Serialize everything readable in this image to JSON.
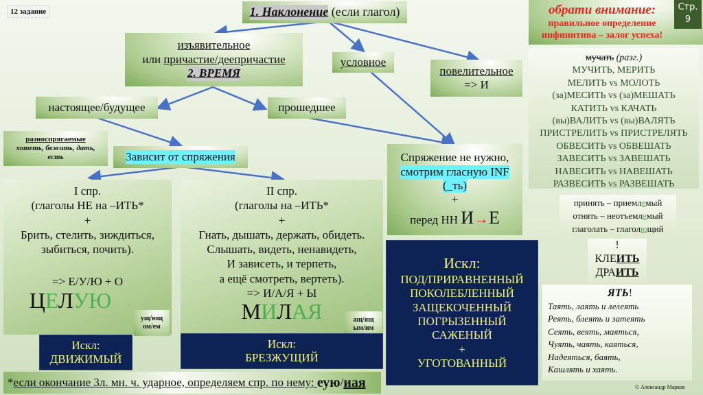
{
  "task_tag": "12 задание",
  "page_badge": {
    "label": "Стр.",
    "number": "9",
    "bg": "#3d5c2b"
  },
  "attention": {
    "title": "обрати внимание:",
    "line1": "правильное определение",
    "line2": "инфинитива – залог успеха!",
    "color": "#e8251f"
  },
  "root": {
    "title": "1. Наклонение",
    "suffix": " (если глагол)"
  },
  "indicative": {
    "line1": "изъявительное",
    "line2_prefix": "или ",
    "line2_link": "причастие/деепричастие",
    "line3": "2. ВРЕМЯ"
  },
  "conditional": {
    "label": "условное"
  },
  "imperative": {
    "line1": "повелительное",
    "line2": "=> И"
  },
  "present_future": {
    "label": "настоящее/будущее"
  },
  "past": {
    "label": "прошедшее"
  },
  "irregular": {
    "title": "разноспрягаемые",
    "line1": "хотеть, бежать, дать,",
    "line2": "есть"
  },
  "depends": {
    "label": "Зависит от спряжения"
  },
  "no_conjugation": {
    "line1": "Спряжение не нужно,",
    "line2": "смотрим гласную INF",
    "line3": "(_ть)",
    "plus": "+",
    "line4_prefix": "перед НН ",
    "from": "И",
    "arrow": "→",
    "to": "Е"
  },
  "conj1": {
    "title": "I спр.",
    "line1": "(глаголы НЕ на –ИТЬ*",
    "plus": "+",
    "line2": "Брить, стелить, зиждиться,",
    "line3": "зыбиться, почить).",
    "rule": "=> Е/У/Ю + О",
    "example": [
      "Ц",
      "Е",
      "Л",
      "УЮ"
    ],
    "suffix_tag": {
      "line1": "ущ/ющ",
      "line2": "ом/ем"
    },
    "exception": {
      "title": "Искл:",
      "word": "ДВИЖИМЫЙ"
    }
  },
  "conj2": {
    "title": "II спр.",
    "line1": "(глаголы на –ИТЬ*",
    "plus": "+",
    "line2": "Гнать, дышать, держать, обидеть.",
    "line3": "Слышать, видеть, ненавидеть,",
    "line4": "И зависеть, и терпеть,",
    "line5": "а ещё смотреть, вертеть).",
    "rule": "=> И/А/Я + Ы",
    "example": [
      "М",
      "И",
      "Л",
      "АЯ"
    ],
    "suffix_tag": {
      "line1": "ащ/ящ",
      "line2": "ым/им"
    },
    "exception": {
      "title": "Искл:",
      "word": "БРЕЗЖУЩИЙ"
    }
  },
  "participle_exceptions": {
    "title": "Искл:",
    "items": [
      "ПОД/ПРИРАВНЕННЫЙ",
      "ПОКОЛЕБЛЕННЫЙ",
      "ЗАЩЕКОЧЕННЫЙ",
      "ПОГРЫЗЕННЫЙ",
      "САЖЕНЫЙ"
    ],
    "plus": "+",
    "last": "УГОТОВАННЫЙ"
  },
  "footnote": {
    "star": "*",
    "text": "если окончание 3л. мн. ч. ударное, определяем спр. по нему: ",
    "end1": "еую",
    "slash": "/",
    "end2": "иая"
  },
  "verb_pairs": {
    "struck": "мучать",
    "note": " (разг.)",
    "lines": [
      "МУЧИТЬ, МЕРИТЬ",
      "МЕЛИТЬ vs МОЛОТЬ",
      "(за)МЕСИТЬ vs (за)МЕШАТЬ",
      "КАТИТЬ vs КАЧАТЬ",
      "(вы)ВАЛИТЬ vs (вы)ВАЛЯТЬ",
      "ПРИСТРЕЛИТЬ vs ПРИСТРЕЛЯТЬ",
      "ОБВЕСИТЬ vs ОБВЕШАТЬ",
      "ЗАВЕСИТЬ vs ЗАВЕШАТЬ",
      "НАВЕСИТЬ vs НАВЕШАТЬ",
      "РАЗВЕСИТЬ vs РАЗВЕШАТЬ"
    ]
  },
  "special_forms": {
    "rows": [
      {
        "a": "принять – приемл",
        "v": "е",
        "b": "мый"
      },
      {
        "a": "отнять – неотъемл",
        "v": "е",
        "b": "мый"
      },
      {
        "a": "глаголать – глагол",
        "v": "ю",
        "b": "щий"
      }
    ]
  },
  "klejit": {
    "mark": "!",
    "w1a": "КЛЕ",
    "w1b": "ИТЬ",
    "w2a": "ДРА",
    "w2b": "ИТЬ"
  },
  "yat": {
    "title": "ЯТЬ",
    "excl": "!",
    "lines": [
      "Таять, лаять и лелеять",
      "Реять, блеять и затеять",
      "Сеять, веять, маяться,",
      "Чуять, чаять, каяться,",
      "Надеяться, баять,",
      "Кашлять и хаять."
    ]
  },
  "copyright": "© Александр Марков"
}
